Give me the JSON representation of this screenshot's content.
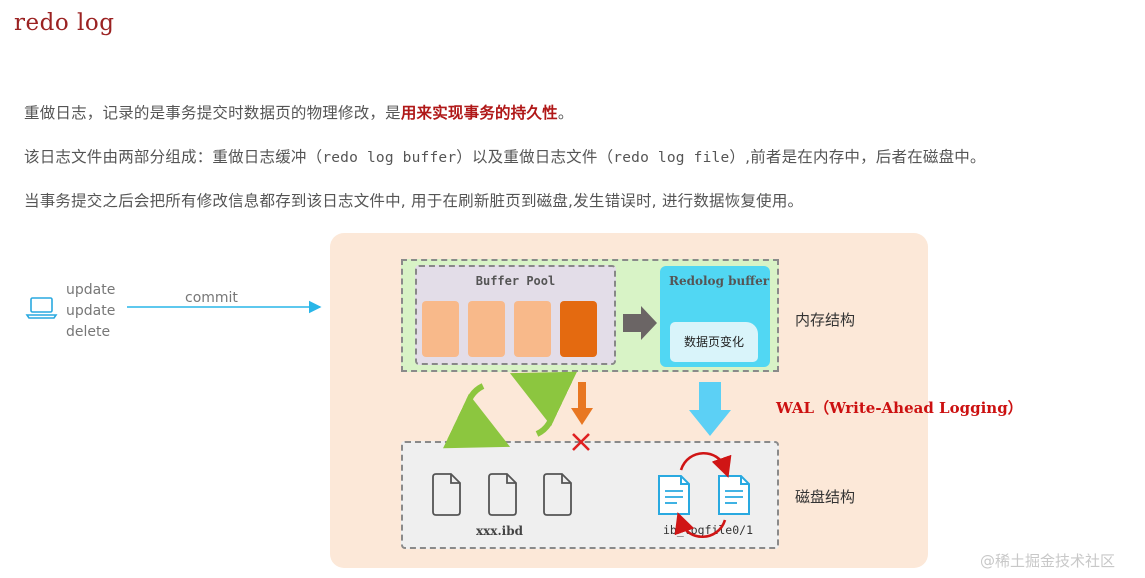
{
  "title": "redo log",
  "paragraphs": {
    "p1_text": "重做日志，记录的是事务提交时数据页的物理修改，是",
    "p1_highlight": "用来实现事务的持久性",
    "p1_end": "。",
    "p2_a": "该日志文件由两部分组成：重做日志缓冲（",
    "p2_code1": "redo log buffer",
    "p2_b": "）以及重做日志文件（",
    "p2_code2": "redo log file",
    "p2_c": "）,前者是在内存中，后者在磁盘中。",
    "p3": "当事务提交之后会把所有修改信息都存到该日志文件中, 用于在刷新脏页到磁盘,发生错误时, 进行数据恢复使用。"
  },
  "diagram": {
    "operations": [
      "update",
      "update",
      "delete"
    ],
    "commit_label": "commit",
    "buffer_pool_label": "Buffer Pool",
    "redolog_buffer_label": "Redolog buffer",
    "page_change_label": "数据页变化",
    "memory_label": "内存结构",
    "disk_label": "磁盘结构",
    "wal_label": "WAL（Write-Ahead Logging）",
    "ibd_label": "xxx.ibd",
    "logfile_label": "ib_logfile0/1"
  },
  "colors": {
    "title": "#9b2222",
    "highlight": "#b01818",
    "memory_bg": "#d8f3c6",
    "redo_buffer": "#51d7f3",
    "panel_bg": "#fce8d8",
    "dirty_page": "#e46a10",
    "clean_page": "#f8b98a",
    "cycle_arrow": "#8cc63f",
    "error_cross": "#e02020"
  },
  "watermark": "@稀土掘金技术社区"
}
